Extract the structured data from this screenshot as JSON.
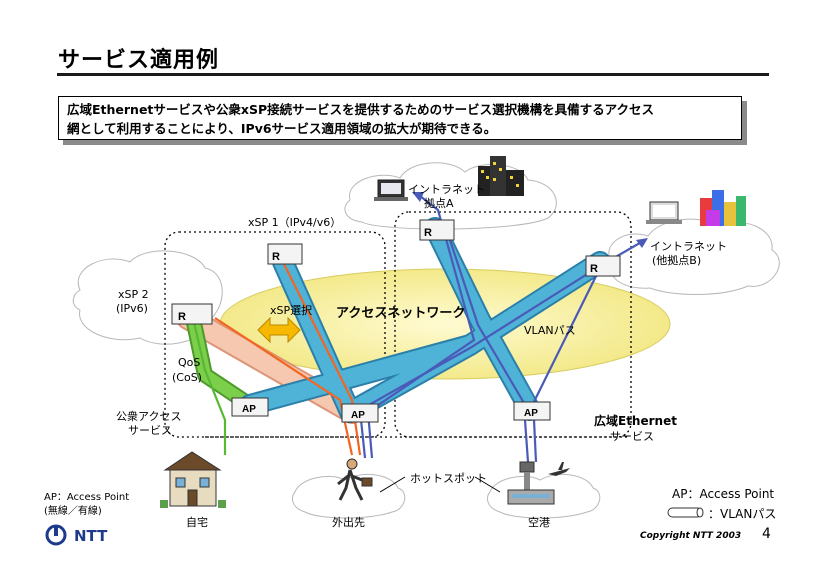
{
  "title": "サービス適用例",
  "description": {
    "line1": "広域Ethernetサービスや公衆xSP接続サービスを提供するためのサービス選択機構を具備するアクセス",
    "line2": "網として利用することにより、IPv6サービス適用領域の拡大が期待できる。"
  },
  "diagram": {
    "xsp1_label": "xSP 1（IPv4/v6）",
    "xsp2_label_1": "xSP 2",
    "xsp2_label_2": "(IPv6)",
    "intranet_a_1": "イントラネット",
    "intranet_a_2": "拠点A",
    "intranet_b_1": "イントラネット",
    "intranet_b_2": "(他拠点B)",
    "router_label": "R",
    "ap_label": "AP",
    "xsp_select": "xSP選択",
    "access_network": "アクセスネットワーク",
    "vlan_path": "VLANパス",
    "qos_1": "QoS",
    "qos_2": "(CoS)",
    "public_access_1": "公衆アクセス",
    "public_access_2": "サービス",
    "wide_ethernet_1": "広域Ethernet",
    "wide_ethernet_2": "サービス",
    "hotspot": "ホットスポット",
    "home": "自宅",
    "outside": "外出先",
    "airport": "空港",
    "ap_note_1": "AP：Access Point",
    "ap_note_2": "(無線／有線)"
  },
  "legend": {
    "ap": "AP：Access Point",
    "vlan": "：VLANパス"
  },
  "footer": {
    "logo": "NTT",
    "copyright": "Copyright NTT 2003",
    "page": "4"
  },
  "colors": {
    "tube_blue": "#4fb3d8",
    "tube_green": "#7ccf4a",
    "tube_orange_fill": "#f6c8b0",
    "line_orange": "#f26522",
    "line_navy": "#4a5ab8",
    "ellipse_fill": "#fbf4a8",
    "cloud_fill": "#ffffff"
  }
}
